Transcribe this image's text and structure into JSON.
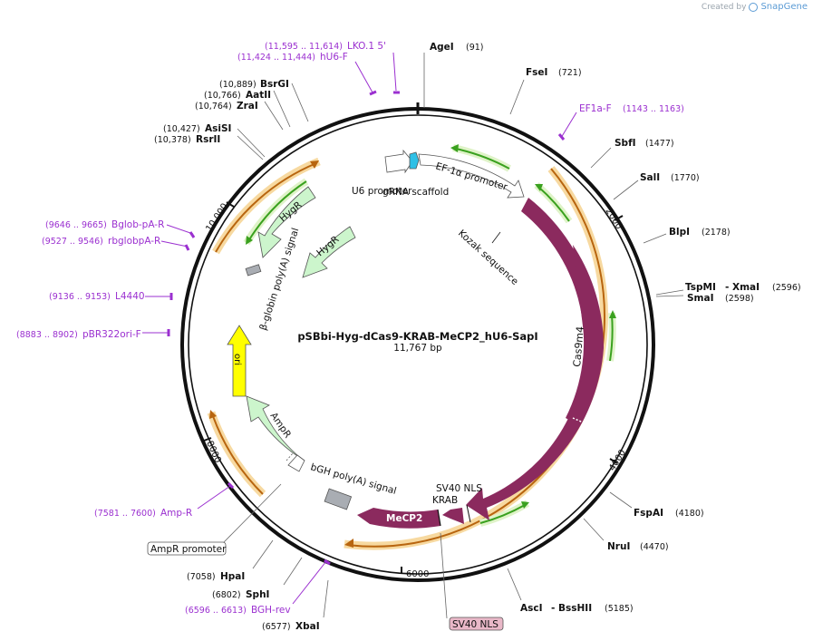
{
  "credit": {
    "prefix": "Created by",
    "brand": "SnapGene"
  },
  "plasmid": {
    "name": "pSBbi-Hyg-dCas9-KRAB-MeCP2_hU6-SapI",
    "size": "11,767 bp"
  },
  "ticks": [
    "2000",
    "4000",
    "6000",
    "8000",
    "10,000"
  ],
  "sites": {
    "agei": {
      "name": "AgeI",
      "pos": "(91)"
    },
    "fsei": {
      "name": "FseI",
      "pos": "(721)"
    },
    "sbfi": {
      "name": "SbfI",
      "pos": "(1477)"
    },
    "sali": {
      "name": "SalI",
      "pos": "(1770)"
    },
    "blpi": {
      "name": "BlpI",
      "pos": "(2178)"
    },
    "tspmi": {
      "name": "TspMI",
      "sep": "- XmaI",
      "pos": "(2596)"
    },
    "smai": {
      "name": "SmaI",
      "pos": "(2598)"
    },
    "fspai": {
      "name": "FspAI",
      "pos": "(4180)"
    },
    "nrui": {
      "name": "NruI",
      "pos": "(4470)"
    },
    "asci": {
      "name": "AscI",
      "sep": "- BssHII",
      "pos": "(5185)"
    },
    "xbai": {
      "name": "XbaI",
      "pos": "(6577)"
    },
    "sphi": {
      "name": "SphI",
      "pos": "(6802)"
    },
    "hpai": {
      "name": "HpaI",
      "pos": "(7058)"
    },
    "rsrii": {
      "name": "RsrII",
      "pos": "(10,378)"
    },
    "asisi": {
      "name": "AsiSI",
      "pos": "(10,427)"
    },
    "zrai": {
      "name": "ZraI",
      "pos": "(10,764)"
    },
    "aatii": {
      "name": "AatII",
      "pos": "(10,766)"
    },
    "bsrgi": {
      "name": "BsrGI",
      "pos": "(10,889)"
    }
  },
  "primers": {
    "lko": {
      "name": "LKO.1 5'",
      "range": "(11,595 .. 11,614)"
    },
    "hu6": {
      "name": "hU6-F",
      "range": "(11,424 .. 11,444)"
    },
    "ef1a": {
      "name": "EF1a-F",
      "range": "(1143 .. 1163)"
    },
    "bglob": {
      "name": "Bglob-pA-R",
      "range": "(9646 .. 9665)"
    },
    "rbglob": {
      "name": "rbglobpA-R",
      "range": "(9527 .. 9546)"
    },
    "l4440": {
      "name": "L4440",
      "range": "(9136 .. 9153)"
    },
    "pbr": {
      "name": "pBR322ori-F",
      "range": "(8883 .. 8902)"
    },
    "ampr": {
      "name": "Amp-R",
      "range": "(7581 .. 7600)"
    },
    "bgh": {
      "name": "BGH-rev",
      "range": "(6596 .. 6613)"
    }
  },
  "features": {
    "u6_promoter": "U6 promoter",
    "grna_scaffold": "gRNA scaffold",
    "ef1a_promoter": "EF-1α promoter",
    "kozak": "Kozak sequence",
    "cas9m4": "Cas9m4",
    "sv40_nls": "SV40 NLS",
    "krab": "KRAB",
    "mecp2": "MeCP2",
    "bgh_polya": "bGH poly(A) signal",
    "ampr": "AmpR",
    "ori": "ori",
    "bglobin_polya": "β-globin poly(A) signal",
    "hygr_outer": "HygR",
    "hygr_inner": "HygR",
    "ampr_promoter": "AmpR promoter",
    "sv40_nls_box": "SV40 NLS"
  },
  "colors": {
    "site": "#111111",
    "primer": "#9b30d0",
    "cas9": "#8b2a5e",
    "mecp2": "#8b2a5e",
    "hygr": "#ccf5cc",
    "ampr": "#ccf5cc",
    "ori": "#ffff00",
    "orf_green": "#3aa11f",
    "orf_orange": "#b8650f",
    "orf_halo": "#f7d9a0",
    "grna": "#2fc0e6",
    "polya": "#a9adb3",
    "sv40_box": "#e9b8c8"
  }
}
